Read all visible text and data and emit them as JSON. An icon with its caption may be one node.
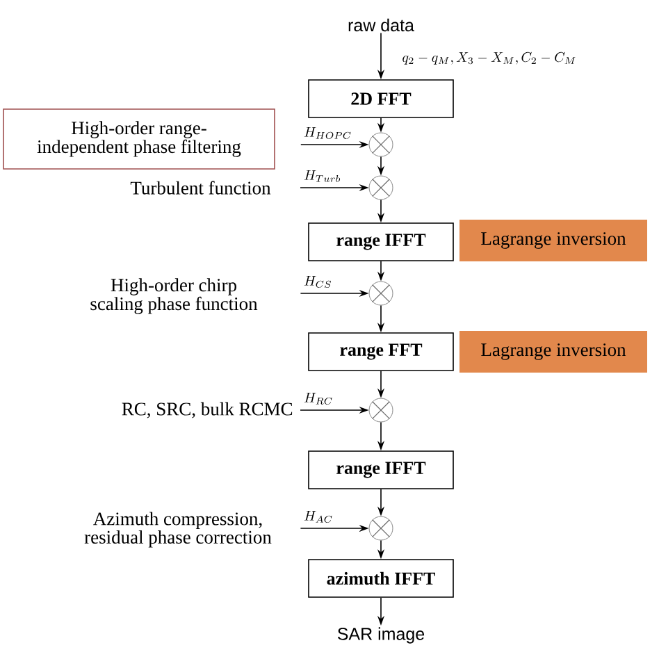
{
  "diagram": {
    "nodes": [
      {
        "text": [
          "raw data"
        ]
      },
      {
        "text": [
          "2D FFT"
        ]
      },
      {
        "text": [],
        "shape": "circle"
      },
      {
        "text": [],
        "shape": "circle"
      },
      {
        "text": [
          "range IFFT"
        ]
      },
      {
        "text": [],
        "shape": "circle"
      },
      {
        "text": [
          "range FFT"
        ]
      },
      {
        "text": [],
        "shape": "circle"
      },
      {
        "text": [
          "range IFFT"
        ]
      },
      {
        "text": [],
        "shape": "circle"
      },
      {
        "text": [
          "azimuth IFFT"
        ]
      },
      {
        "text": [
          "SAR image"
        ]
      },
      {
        "text": [
          "High-order range-independent phase filtering"
        ]
      },
      {
        "text": [
          "Turbulent function"
        ]
      },
      {
        "text": [
          "High-order chirp scaling phase function"
        ]
      },
      {
        "text": [
          "RC, SRC, bulk RCMC"
        ]
      },
      {
        "text": [
          "Azimuth compression, residual phase correction"
        ]
      },
      {
        "text": [
          "Lagrange inversion"
        ]
      },
      {
        "text": [
          "Lagrange inversion"
        ]
      }
    ],
    "edges": [
      {
        "from": 0,
        "to": 1,
        "arrow": "to"
      },
      {
        "from": 1,
        "to": 2,
        "arrow": "to"
      },
      {
        "from": 2,
        "to": 3,
        "arrow": "to"
      },
      {
        "from": 3,
        "to": 4,
        "arrow": "to"
      },
      {
        "from": 4,
        "to": 5,
        "arrow": "to"
      },
      {
        "from": 5,
        "to": 6,
        "arrow": "to"
      },
      {
        "from": 6,
        "to": 7,
        "arrow": "to"
      },
      {
        "from": 7,
        "to": 8,
        "arrow": "to"
      },
      {
        "from": 8,
        "to": 9,
        "arrow": "to"
      },
      {
        "from": 9,
        "to": 10,
        "arrow": "to"
      },
      {
        "from": 10,
        "to": 11,
        "arrow": "to"
      },
      {
        "from": 12,
        "to": 2,
        "arrow": "to",
        "label": "H_{HOPC}"
      },
      {
        "from": 13,
        "to": 3,
        "arrow": "to",
        "label": "H_{Turb}"
      },
      {
        "from": 14,
        "to": 5,
        "arrow": "to",
        "label": "H_{CS}"
      },
      {
        "from": 15,
        "to": 7,
        "arrow": "to",
        "label": "H_{RC}"
      },
      {
        "from": 16,
        "to": 9,
        "arrow": "to",
        "label": "H_{AC}"
      }
    ],
    "labels": [
      "q_2 - q_M, X_3 - X_M, C_2 - C_M"
    ]
  }
}
